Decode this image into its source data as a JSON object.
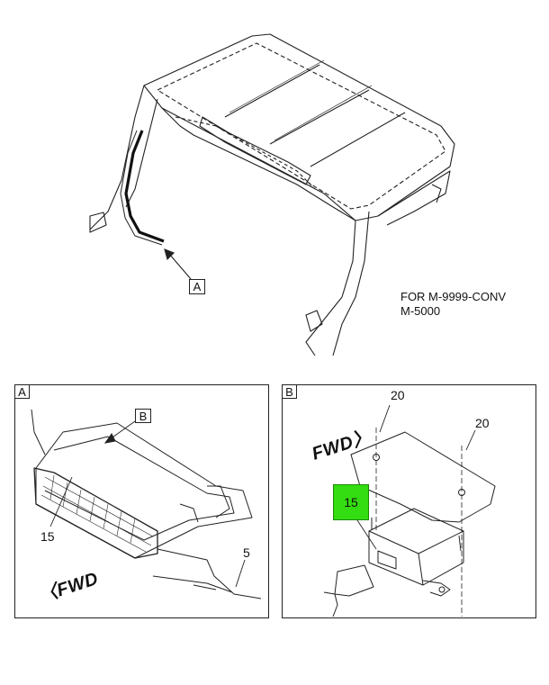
{
  "main_view": {
    "detail_tag": "A",
    "note_line1": "FOR M-9999-CONV",
    "note_line2": "M-5000"
  },
  "detail_a": {
    "label": "A",
    "sub_tag": "B",
    "callout_15": "15",
    "callout_5": "5",
    "fwd": "FWD"
  },
  "detail_b": {
    "label": "B",
    "callout_20_left": "20",
    "callout_20_right": "20",
    "callout_15": "15",
    "fwd": "FWD",
    "highlight_color": "#33dd11"
  }
}
